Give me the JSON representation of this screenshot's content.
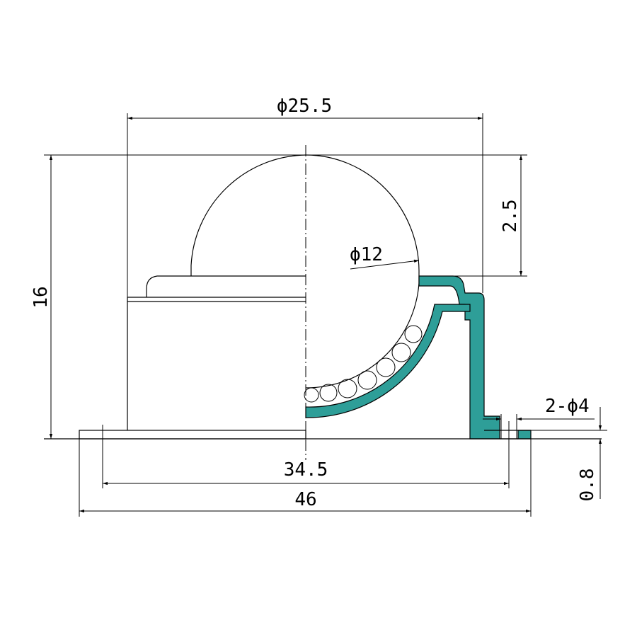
{
  "drawing": {
    "section_fill": "#2e9e98",
    "line_color": "#000000",
    "dimensions": {
      "top_diameter": "ϕ25.5",
      "ball_diameter": "ϕ12",
      "ball_protrusion": "2.5",
      "overall_height": "16",
      "hole_spacing": "34.5",
      "flange_width": "46",
      "holes": "2-ϕ4",
      "flange_thickness": "0.8"
    }
  }
}
